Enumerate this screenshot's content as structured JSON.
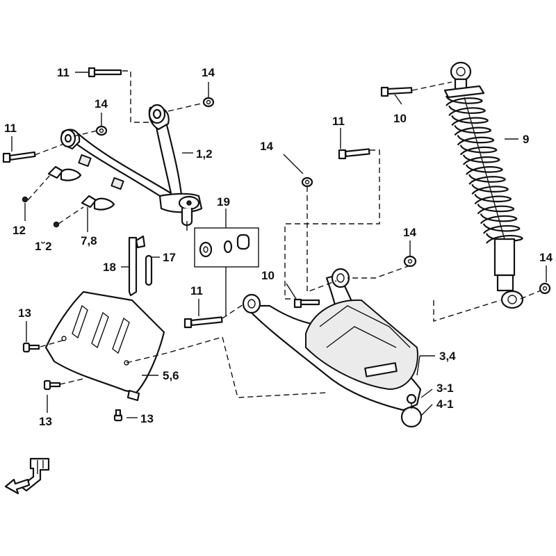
{
  "callouts": {
    "c11_top": "11",
    "c14_top": "14",
    "c11_left": "11",
    "c14_left": "14",
    "c1_2": "1,2",
    "c12_a": "12",
    "c12_b": "1˘2",
    "c7_8": "7,8",
    "c19": "19",
    "c18": "18",
    "c17": "17",
    "c11_mid": "11",
    "c14_mid": "14",
    "c11_center": "11",
    "c10_top": "10",
    "c10_mid": "10",
    "c9": "9",
    "c14_right": "14",
    "c14_far_right": "14",
    "c3_4": "3,4",
    "c3_1": "3-1",
    "c4_1": "4-1",
    "c13_a": "13",
    "c5_6": "5,6",
    "c13_b": "13",
    "c13_c": "13"
  },
  "icons": {
    "front_direction": "front-arrow-icon"
  }
}
